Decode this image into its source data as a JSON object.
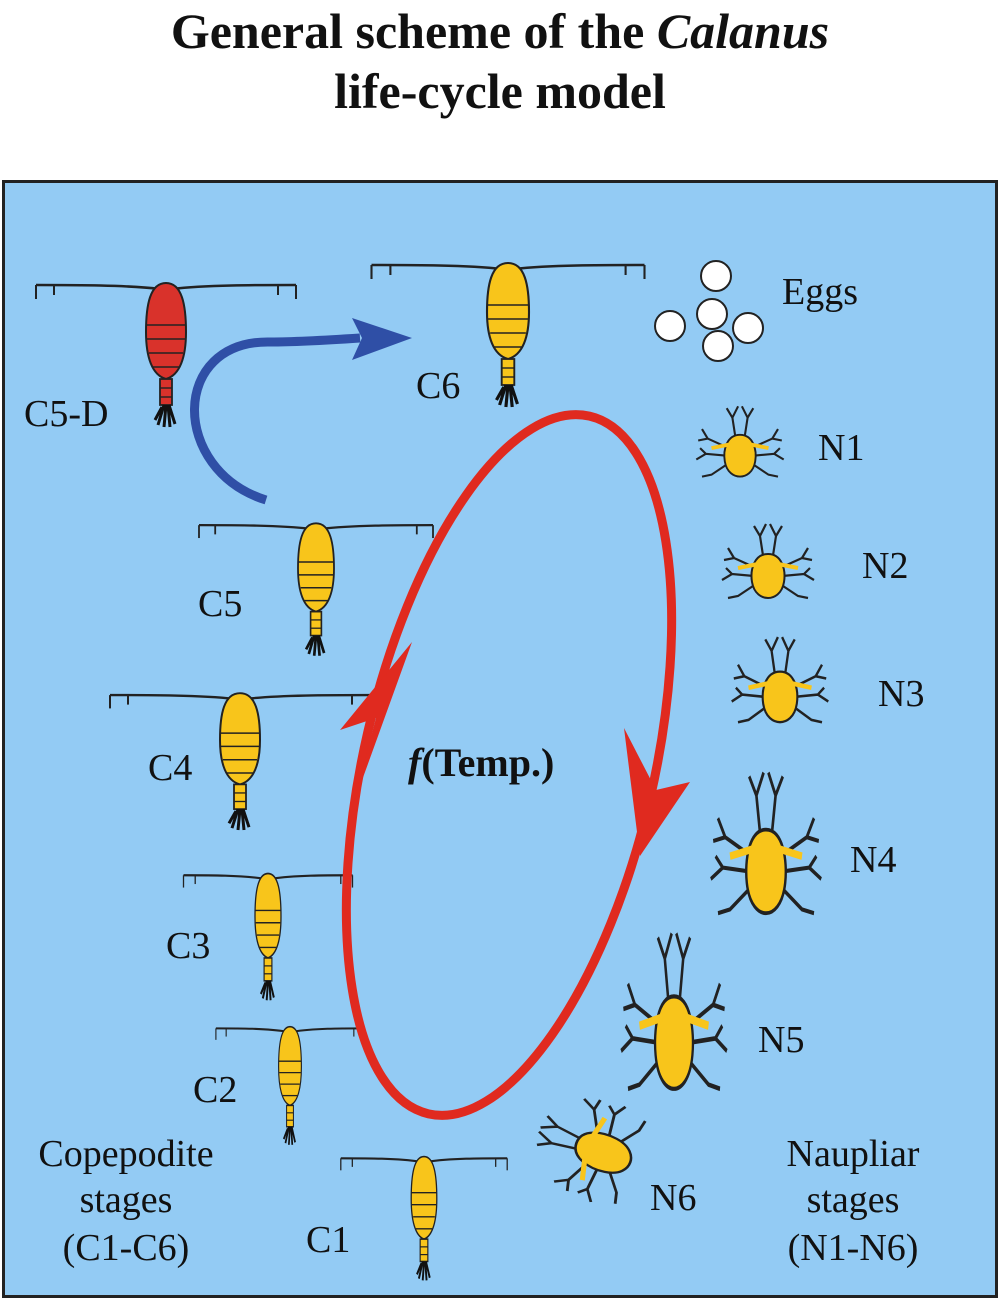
{
  "title": {
    "line1_prefix": "General scheme of the ",
    "line1_italic": "Calanus",
    "line2": "life-cycle model"
  },
  "labels": {
    "eggs": "Eggs",
    "c5d": "C5-D",
    "c6": "C6",
    "c5": "C5",
    "c4": "C4",
    "c3": "C3",
    "c2": "C2",
    "c1": "C1",
    "n1": "N1",
    "n2": "N2",
    "n3": "N3",
    "n4": "N4",
    "n5": "N5",
    "n6": "N6",
    "copepodite_line1": "Copepodite",
    "copepodite_line2": "stages",
    "copepodite_line3": "(C1-C6)",
    "naupliar_line1": "Naupliar",
    "naupliar_line2": "stages",
    "naupliar_line3": "(N1-N6)",
    "function_italic": "f",
    "function_rest": "(Temp.)"
  },
  "colors": {
    "water": "#93cbf4",
    "copepod": "#f8c51b",
    "diapause": "#d9322b",
    "cycle_arrow": "#e02a1f",
    "diapause_arrow": "#2f4fa6",
    "egg": "#ffffff"
  }
}
